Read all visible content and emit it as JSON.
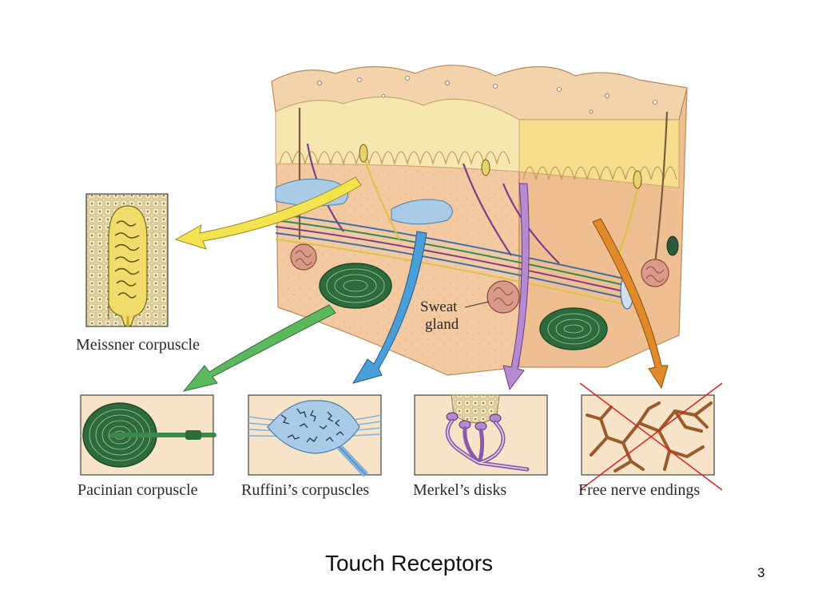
{
  "slide": {
    "title": "Touch Receptors",
    "page_number": "3"
  },
  "diagram": {
    "callouts": {
      "sweat_gland": [
        "Sweat",
        "gland"
      ]
    },
    "panels": {
      "meissner": "Meissner corpuscle",
      "pacinian": "Pacinian corpuscle",
      "ruffini": "Ruffini’s corpuscles",
      "merkel": "Merkel’s disks",
      "free_nerve": "Free nerve endings"
    },
    "colors": {
      "skin": "#f2c9a0",
      "epidermis": "#f6e7b0",
      "pacinian_green": "#2e6b3c",
      "ruffini_blue": "#7fb2da",
      "nerve_brown": "#9b5a2a",
      "arrow_yellow": "#f3e34f",
      "arrow_green": "#5cb85c",
      "arrow_blue": "#4a9fd8",
      "arrow_purple": "#b48ad0",
      "arrow_orange": "#e08a2a",
      "cross_red": "#e02020"
    }
  }
}
